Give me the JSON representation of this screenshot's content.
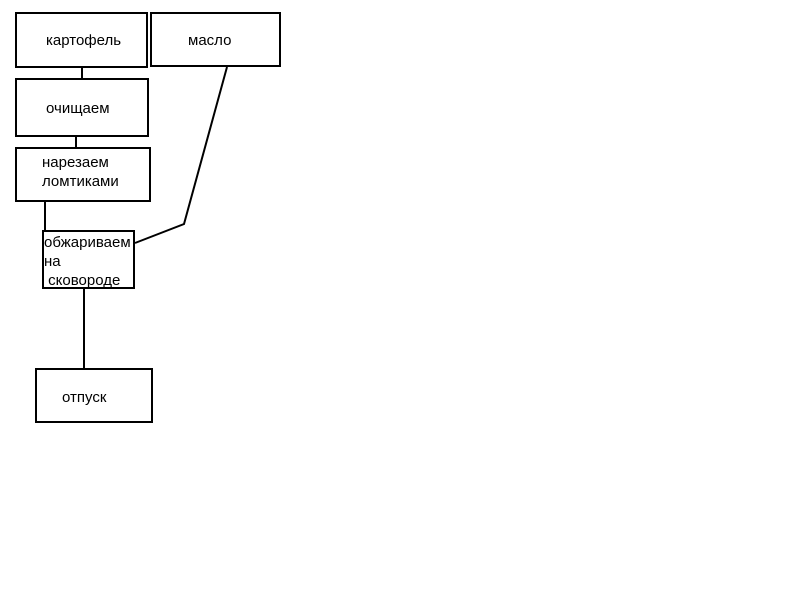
{
  "diagram": {
    "nodes": {
      "potato": "картофель",
      "oil": "масло",
      "peel": "очищаем",
      "cut": "нарезаем\nломтиками",
      "fry": "обжариваем\nна\n сковороде",
      "serve": "отпуск"
    },
    "edges": [
      {
        "from": "potato",
        "to": "peel"
      },
      {
        "from": "peel",
        "to": "cut"
      },
      {
        "from": "cut",
        "to": "fry"
      },
      {
        "from": "oil",
        "to": "fry"
      },
      {
        "from": "fry",
        "to": "serve"
      }
    ],
    "colors": {
      "stroke": "#000000",
      "background": "#ffffff",
      "text": "#000000"
    }
  }
}
